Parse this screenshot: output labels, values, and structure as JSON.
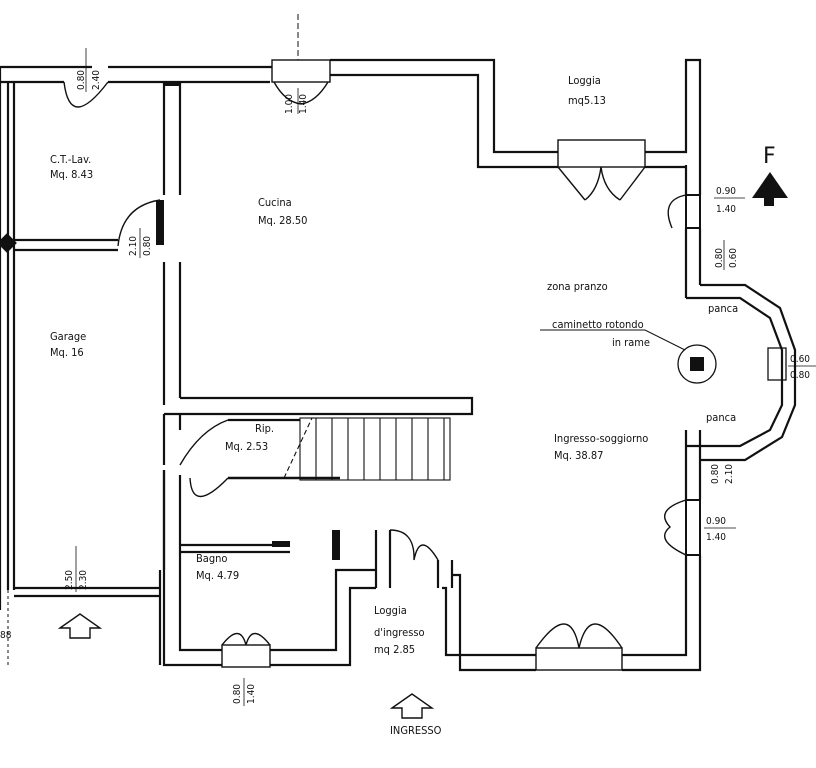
{
  "colors": {
    "wall": "#111111",
    "paper": "#ffffff",
    "line": "#222222"
  },
  "rooms": {
    "ct_lav": {
      "name": "C.T.-Lav.",
      "area": "Mq.     8.43"
    },
    "cucina": {
      "name": "Cucina",
      "area": "Mq.     28.50"
    },
    "loggia": {
      "name": "Loggia",
      "area": "mq5.13"
    },
    "garage": {
      "name": "Garage",
      "area": "Mq.     16"
    },
    "rip": {
      "name": "Rip.",
      "area": "Mq.   2.53"
    },
    "bagno": {
      "name": "Bagno",
      "area": "Mq.     4.79"
    },
    "loggia_ingresso": {
      "name": "Loggia",
      "name2": "d'ingresso",
      "area": "mq  2.85"
    },
    "soggiorno": {
      "name": "Ingresso-soggiorno",
      "area": "Mq.     38.87"
    }
  },
  "labels": {
    "zona_pranzo": "zona pranzo",
    "caminetto": "caminetto rotondo",
    "caminetto2": "in rame",
    "panca_top": "panca",
    "panca_bottom": "panca",
    "ingresso": "INGRESSO",
    "north": "F"
  },
  "dimensions": {
    "d_080_240": {
      "top": "0.80",
      "bottom": "2.40"
    },
    "d_100_140": {
      "top": "1.00",
      "bottom": "1.40"
    },
    "d_210_080": {
      "top": "2.10",
      "bottom": "0.80"
    },
    "d_090_140_a": {
      "top": "0.90",
      "bottom": "1.40"
    },
    "d_080_060": {
      "top": "0.80",
      "bottom": "0.60"
    },
    "d_060_080": {
      "top": "0.60",
      "bottom": "0.80"
    },
    "d_080_210_b": {
      "top": "0.80",
      "bottom": "2.10"
    },
    "d_090_140_b": {
      "top": "0.90",
      "bottom": "1.40"
    },
    "d_250_230": {
      "top": "2.50",
      "bottom": "2.30"
    },
    "d_080_140_c": {
      "top": "0.80",
      "bottom": "1.40"
    },
    "d_88": "88"
  }
}
